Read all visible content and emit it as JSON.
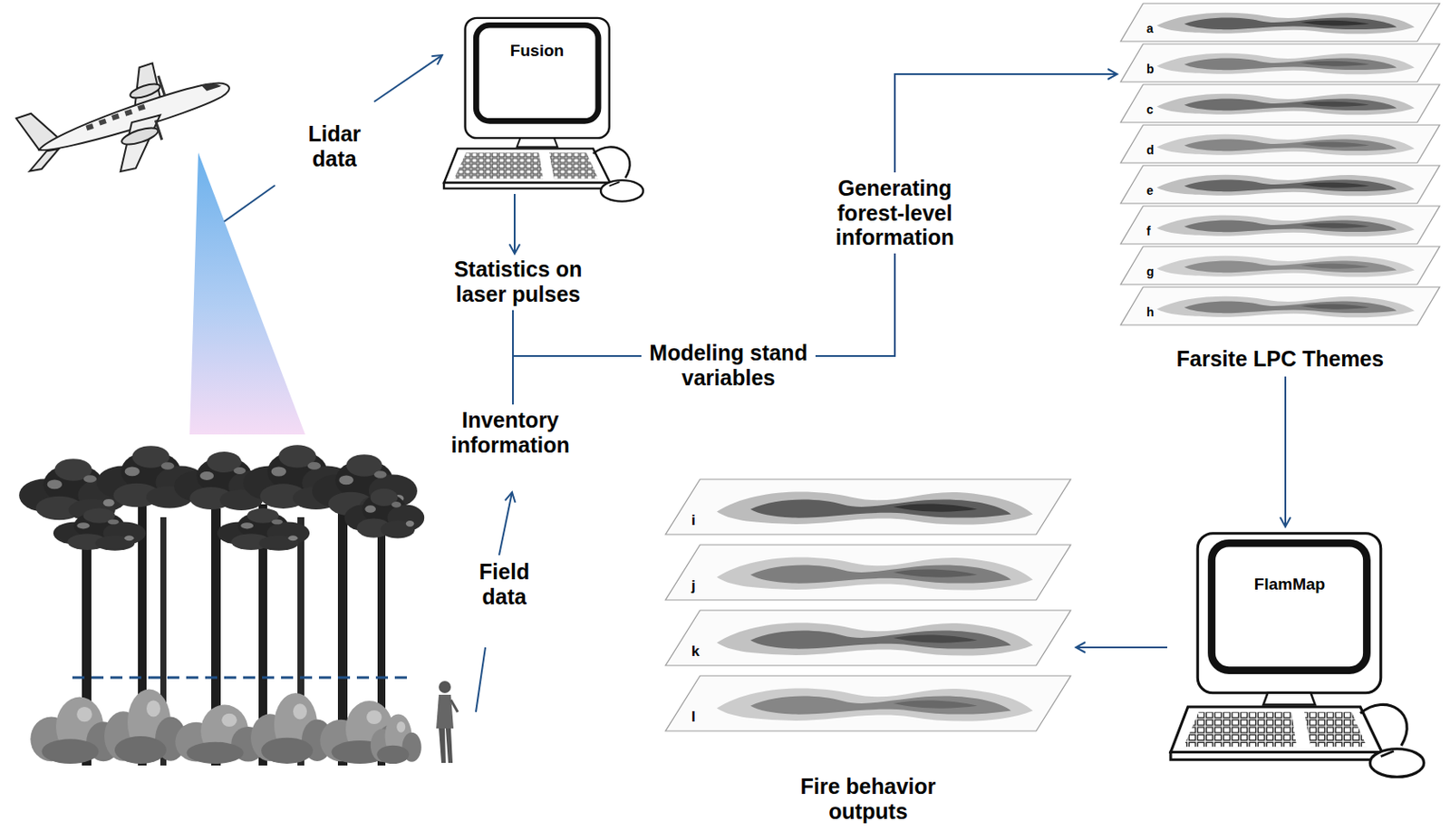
{
  "diagram": {
    "nodes": [
      {
        "text": [
          "Fusion"
        ]
      },
      {
        "text": [
          "Statistics on laser pulses"
        ]
      },
      {
        "text": [
          "Inventory information"
        ]
      },
      {
        "text": [
          "Modeling stand variables"
        ]
      },
      {
        "text": [
          "Farsite LPC Themes"
        ]
      },
      {
        "text": [
          "a"
        ],
        "in": 4
      },
      {
        "text": [
          "b"
        ],
        "in": 4
      },
      {
        "text": [
          "c"
        ],
        "in": 4
      },
      {
        "text": [
          "d"
        ],
        "in": 4
      },
      {
        "text": [
          "e"
        ],
        "in": 4
      },
      {
        "text": [
          "f"
        ],
        "in": 4
      },
      {
        "text": [
          "g"
        ],
        "in": 4
      },
      {
        "text": [
          "h"
        ],
        "in": 4
      },
      {
        "text": [
          "FlamMap"
        ]
      },
      {
        "text": [
          "Fire behavior outputs"
        ]
      },
      {
        "text": [
          "i"
        ],
        "in": 14
      },
      {
        "text": [
          "j"
        ],
        "in": 14
      },
      {
        "text": [
          "k"
        ],
        "in": 14
      },
      {
        "text": [
          "l"
        ],
        "in": 14
      }
    ],
    "edges": [
      {
        "from": 0,
        "to": 1,
        "arrow": "to"
      },
      {
        "from": 1,
        "to": 3,
        "arrow": "none"
      },
      {
        "from": 2,
        "to": 3,
        "arrow": "none"
      },
      {
        "from": 3,
        "to": 4,
        "label": "Generating forest-level information",
        "arrow": "to"
      },
      {
        "from": 4,
        "to": 13,
        "arrow": "to"
      },
      {
        "from": 13,
        "to": 14,
        "arrow": "to"
      }
    ],
    "labels": [
      "Lidar data",
      "Field data"
    ]
  }
}
